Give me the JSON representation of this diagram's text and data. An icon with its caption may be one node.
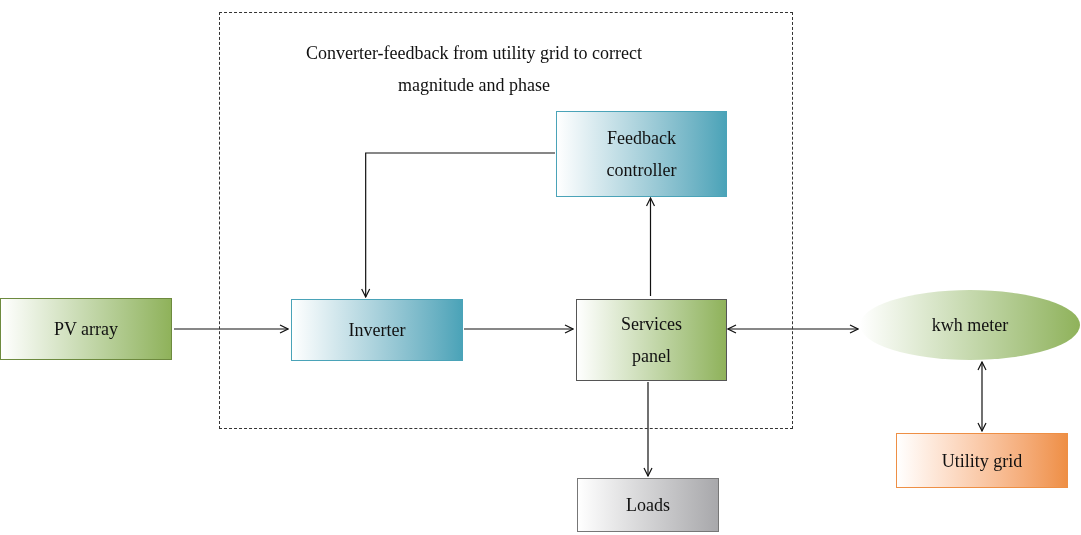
{
  "diagram": {
    "nodes": [
      {
        "text": [
          "Converter-feedback from utility grid to correct magnitude and phase"
        ]
      },
      {
        "text": [
          "PV array"
        ]
      },
      {
        "text": [
          "Inverter"
        ],
        "in": 0
      },
      {
        "text": [
          "Feedback controller"
        ],
        "in": 0
      },
      {
        "text": [
          "Services panel"
        ],
        "in": 0
      },
      {
        "text": [
          "kwh meter"
        ]
      },
      {
        "text": [
          "Utility grid"
        ]
      },
      {
        "text": [
          "Loads"
        ]
      }
    ],
    "edges": [
      {
        "from": 1,
        "to": 2,
        "arrow": "to"
      },
      {
        "from": 2,
        "to": 4,
        "arrow": "to"
      },
      {
        "from": 4,
        "to": 3,
        "arrow": "to"
      },
      {
        "from": 3,
        "to": 2,
        "arrow": "to"
      },
      {
        "from": 4,
        "to": 5,
        "arrow": "both"
      },
      {
        "from": 5,
        "to": 6,
        "arrow": "both"
      },
      {
        "from": 4,
        "to": 7,
        "arrow": "to"
      }
    ]
  }
}
